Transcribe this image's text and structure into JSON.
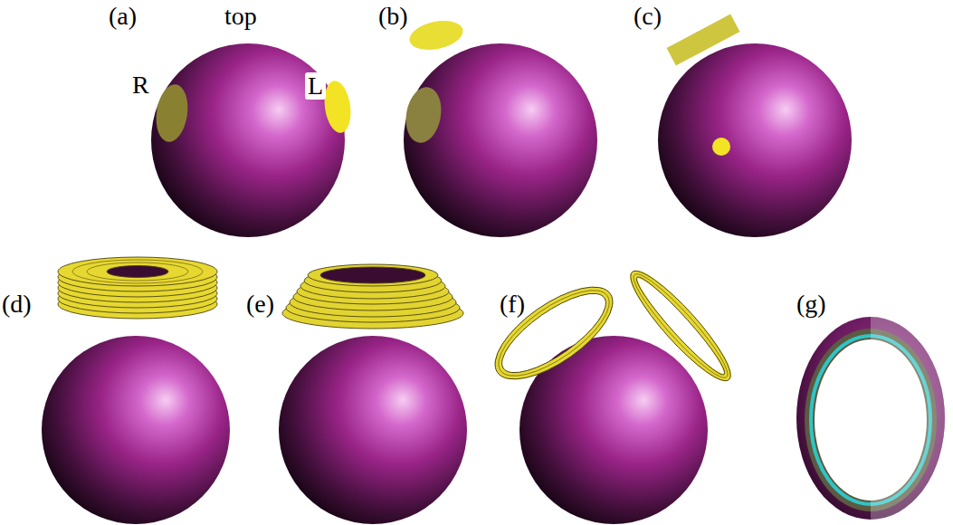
{
  "diagram": {
    "labels": [
      "(a)",
      "top",
      "(b)",
      "(c)",
      "R",
      "L",
      "(d)",
      "(e)",
      "(f)",
      "(g)"
    ]
  }
}
